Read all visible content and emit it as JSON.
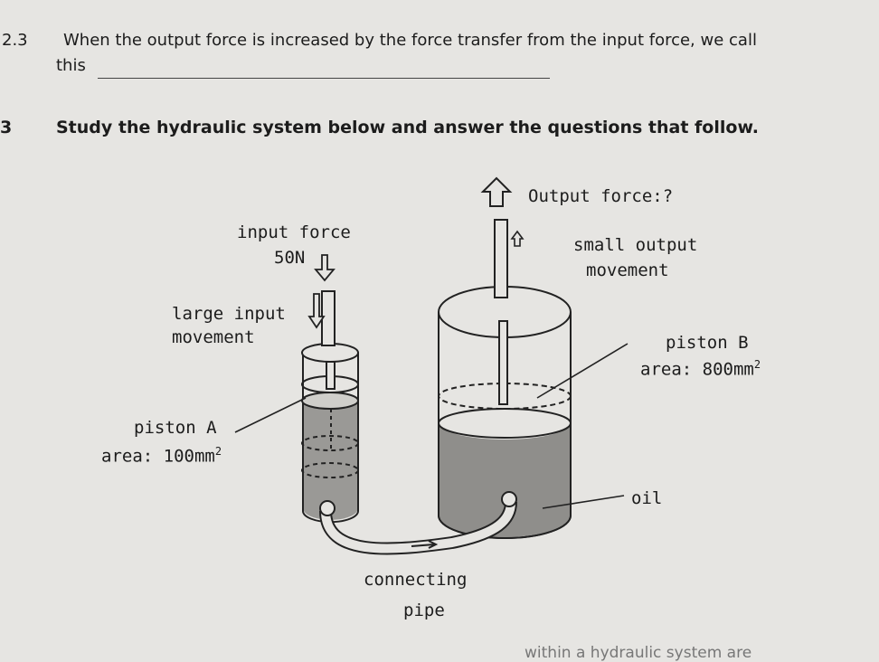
{
  "question_2_3": {
    "number": "2.3",
    "line1": "When the output force is increased by the force transfer from the input force, we call",
    "line2": "this"
  },
  "question_3": {
    "number": "3",
    "text": "Study the hydraulic system below and answer the questions that follow."
  },
  "diagram": {
    "output_force": "Output force:?",
    "input_force": "input force",
    "input_value": "50N",
    "small_output_1": "small output",
    "small_output_2": "movement",
    "large_input_1": "large input",
    "large_input_2": "movement",
    "piston_b": "piston B",
    "area_b_value": "area: 800mm",
    "area_b_exp": "2",
    "piston_a": "piston A",
    "area_a_value": "area: 100mm",
    "area_a_exp": "2",
    "oil": "oil",
    "connecting_1": "connecting",
    "connecting_2": "pipe",
    "icons": [
      "arrow-up-icon",
      "arrow-down-icon"
    ]
  },
  "footer": {
    "cut_text": "within a hydraulic system are"
  }
}
